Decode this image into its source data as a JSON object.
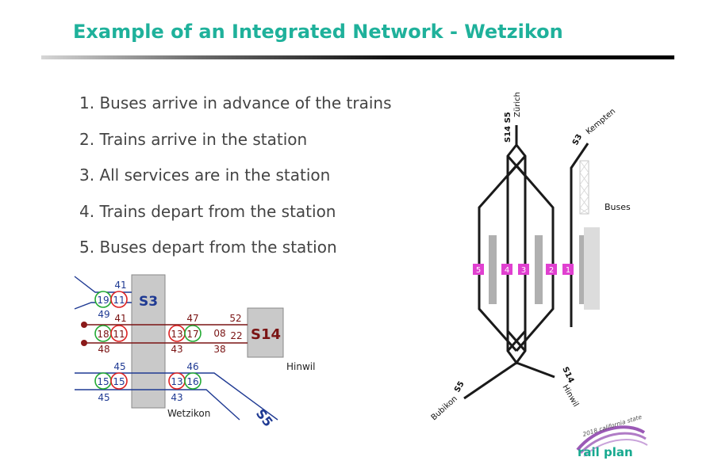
{
  "title": "Example of an Integrated Network - Wetzikon",
  "steps": [
    "1. Buses arrive in advance of the trains",
    "2. Trains arrive in the station",
    "3. All services are in the station",
    "4. Trains depart from the station",
    "5. Buses depart from the station"
  ],
  "left_diagram": {
    "s3_label": "S3",
    "s14_label": "S14",
    "s5_label": "S5",
    "hinwil_label": "Hinwil",
    "wetzikon_label": "Wetzikon",
    "top_minutes": {
      "a": "41",
      "b": "49",
      "c": "41"
    },
    "row1": {
      "left_in": "19",
      "left_out": "11"
    },
    "row2": {
      "left_in": "18",
      "left_out": "11",
      "left_below": "48",
      "mid_top": "47",
      "mid_bottom": "43",
      "mid_in": "13",
      "mid_out": "17",
      "right_top": "52",
      "right_a": "08",
      "right_b": "22",
      "right_bottom": "38"
    },
    "row3": {
      "left_top": "45",
      "left_in": "15",
      "left_out": "15",
      "left_bottom": "45",
      "mid_top": "46",
      "mid_in": "13",
      "mid_out": "16",
      "mid_bottom": "43"
    },
    "colors": {
      "s3_blue": "#1f3a93",
      "s14_red": "#7a1414",
      "green_circle": "#22aa33",
      "red_circle": "#dd2222"
    }
  },
  "right_diagram": {
    "zurich": {
      "lines": "S14 S5",
      "place": "Zürich"
    },
    "kempten": {
      "lines": "S3",
      "place": "Kempten"
    },
    "bubikon": {
      "lines": "S5",
      "place": "Bubikon"
    },
    "hinwil": {
      "lines": "S14",
      "place": "Hinwil"
    },
    "buses_label": "Buses",
    "platforms": [
      "5",
      "4",
      "3",
      "2",
      "1"
    ],
    "platform_color": "#e040d0"
  },
  "logo": {
    "line1": "2018 california state",
    "line2": "rail plan",
    "colors": {
      "swoosh": "#9b59b6",
      "text": "#17a98f"
    }
  }
}
